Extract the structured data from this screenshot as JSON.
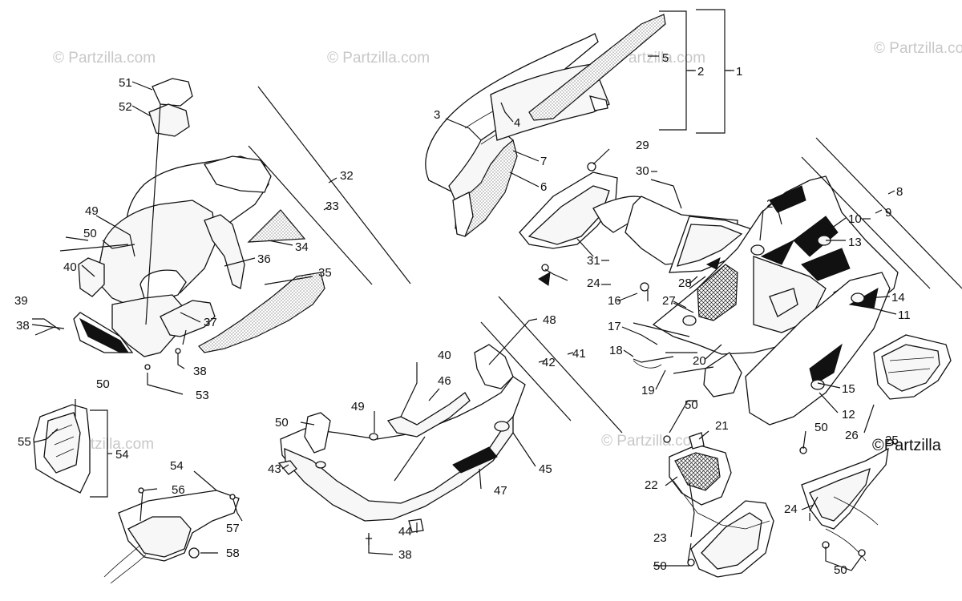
{
  "watermarks": [
    "© Partzilla.com",
    "© Partzilla.com",
    "© Partzilla.com",
    "© Partzilla.com",
    "© Partzilla.com",
    "© Partzilla.com"
  ],
  "copyright": "©Partzilla",
  "callouts": {
    "c1": "1",
    "c2": "2",
    "c3": "3",
    "c4": "4",
    "c5": "5",
    "c6": "6",
    "c7": "7",
    "c8": "8",
    "c9": "9",
    "c10": "10",
    "c11": "11",
    "c12": "12",
    "c13": "13",
    "c14": "14",
    "c15": "15",
    "c16": "16",
    "c17": "17",
    "c18": "18",
    "c19": "19",
    "c20": "20",
    "c21": "21",
    "c22": "22",
    "c23": "23",
    "c24a": "24",
    "c24b": "24",
    "c25": "25",
    "c26": "26",
    "c27a": "27",
    "c27b": "27",
    "c28": "28",
    "c29": "29",
    "c30": "30",
    "c31": "31",
    "c32": "32",
    "c33": "33",
    "c34": "34",
    "c35": "35",
    "c36": "36",
    "c37": "37",
    "c38a": "38",
    "c38b": "38",
    "c38c": "38",
    "c39": "39",
    "c40a": "40",
    "c40b": "40",
    "c41": "41",
    "c42": "42",
    "c43": "43",
    "c44": "44",
    "c45": "45",
    "c46": "46",
    "c47": "47",
    "c48": "48",
    "c49a": "49",
    "c49b": "49",
    "c50a": "50",
    "c50b": "50",
    "c50c": "50",
    "c50d": "50",
    "c50e": "50",
    "c50f": "50",
    "c50g": "50",
    "c51": "51",
    "c52": "52",
    "c53": "53",
    "c54a": "54",
    "c54b": "54",
    "c55": "55",
    "c56": "56",
    "c57": "57",
    "c58": "58"
  }
}
